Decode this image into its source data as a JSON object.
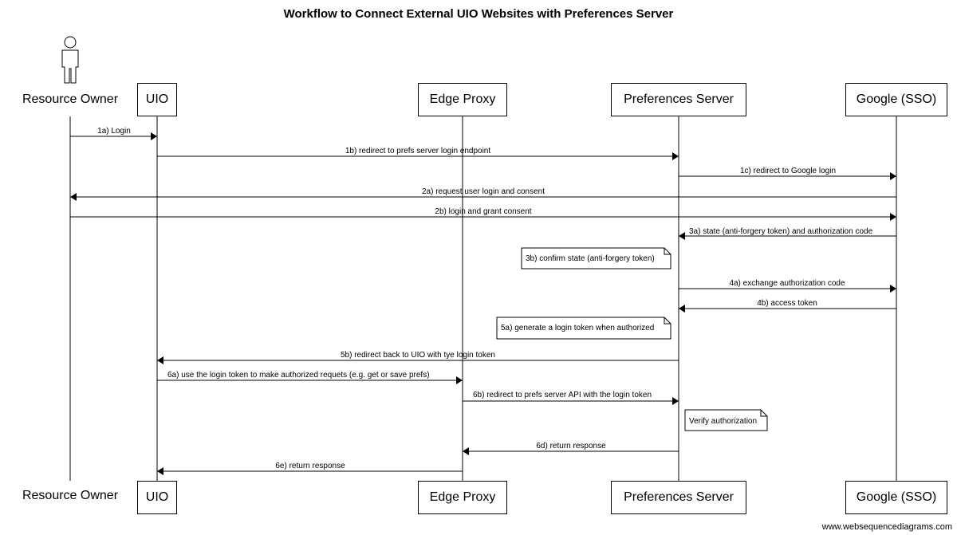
{
  "title": "Workflow to Connect External UIO Websites with Preferences Server",
  "participants": {
    "resource_owner": "Resource Owner",
    "uio": "UIO",
    "edge_proxy": "Edge Proxy",
    "prefs_server": "Preferences Server",
    "google": "Google (SSO)"
  },
  "messages": {
    "m1a": "1a) Login",
    "m1b": "1b) redirect to prefs server login endpoint",
    "m1c": "1c) redirect to Google login",
    "m2a": "2a) request user login and consent",
    "m2b": "2b) login and grant consent",
    "m3a": "3a) state (anti-forgery token) and authorization code",
    "m4a": "4a) exchange authorization code",
    "m4b": "4b) access token",
    "m5b": "5b) redirect back to UIO with tye login token",
    "m6a": "6a) use the login token to make authorized requets (e.g. get or save prefs)",
    "m6b": "6b) redirect to prefs server API with the login token",
    "m6d": "6d) return response",
    "m6e": "6e) return response"
  },
  "notes": {
    "n3b": "3b) confirm state (anti-forgery token)",
    "n5a": "5a) generate a login token when authorized",
    "n6c": "Verify authorization"
  },
  "footer": "www.websequencediagrams.com"
}
